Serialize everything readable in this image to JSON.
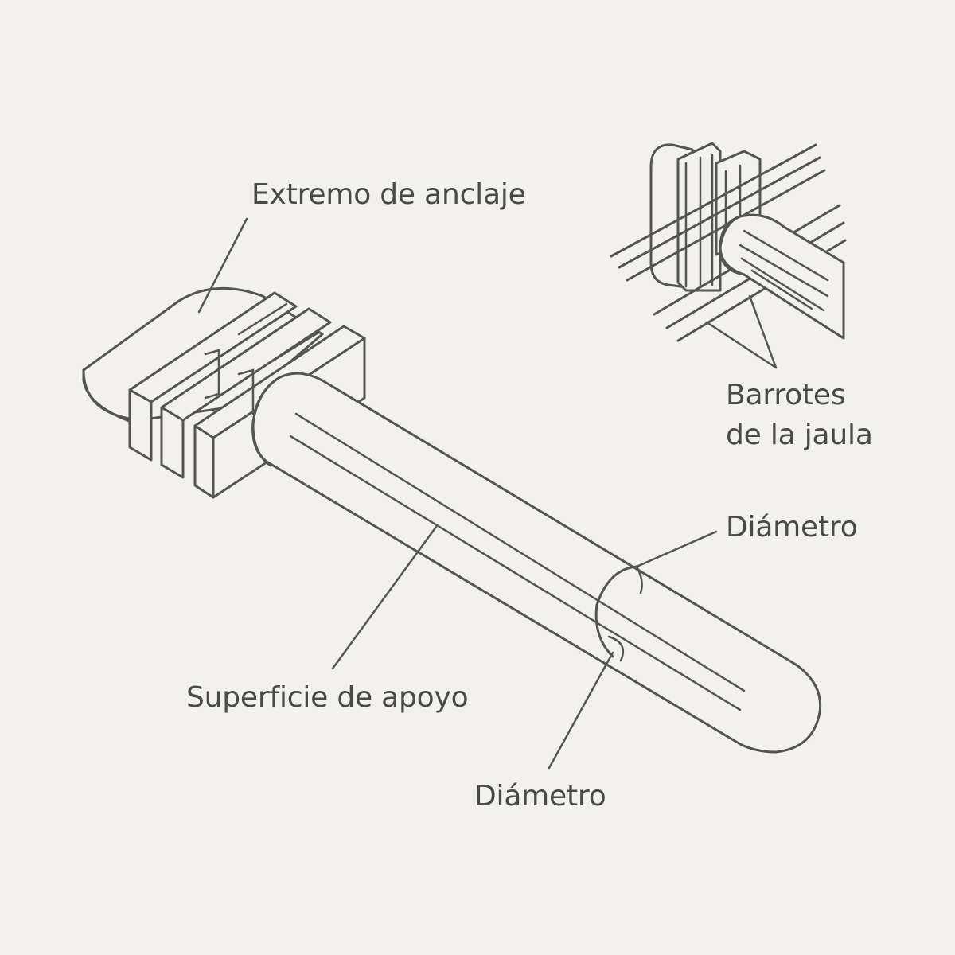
{
  "labels": {
    "anchor_end": "Extremo de anclaje",
    "cage_bars_line1": "Barrotes",
    "cage_bars_line2": "de la jaula",
    "diameter_right": "Diámetro",
    "bearing_surface": "Superficie de apoyo",
    "diameter_bottom": "Diámetro"
  },
  "colors": {
    "background": "#f2f1eb",
    "line": "#55554f",
    "text": "#4a4a45"
  }
}
